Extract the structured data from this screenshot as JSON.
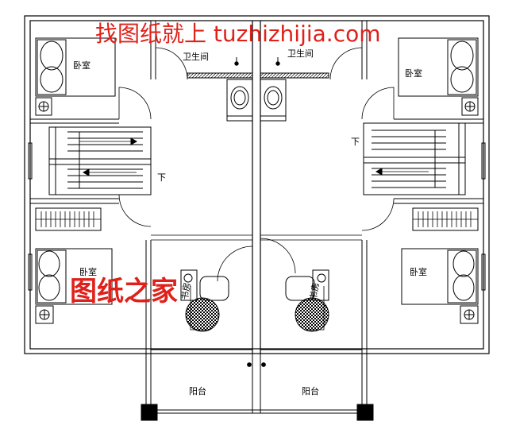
{
  "rooms": {
    "bedroom_label": "卧室",
    "bathroom_label": "卫生间",
    "balcony_label": "阳台",
    "study_label": "书房"
  },
  "stairs": {
    "down_label": "下"
  },
  "watermarks": {
    "top": "找图纸就上 tuzhizhijia.com",
    "middle": "图纸之家"
  },
  "colors": {
    "wall": "#000000",
    "watermark": "#e0201a",
    "hatch": "#555555"
  }
}
